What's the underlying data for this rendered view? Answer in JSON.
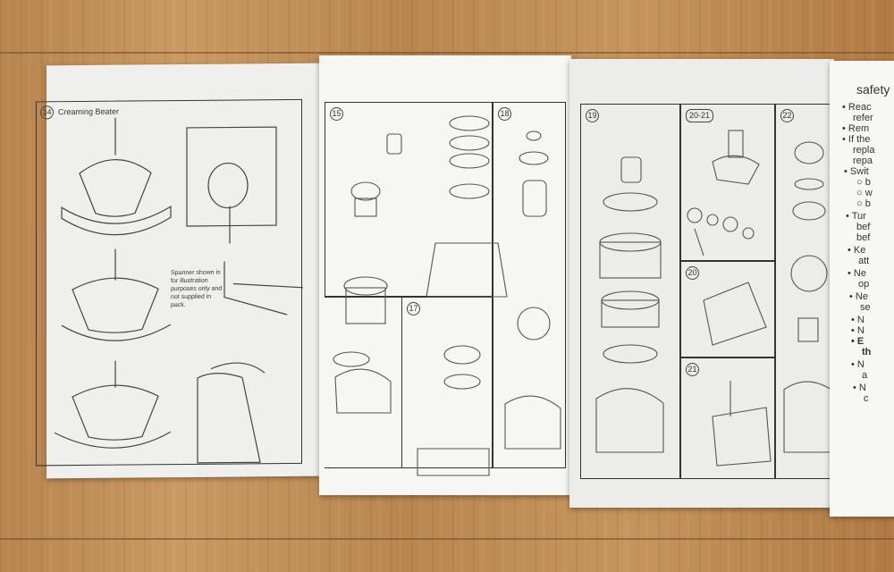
{
  "left_page": {
    "step_number": "14",
    "title": "Creaming Beater",
    "note": "Spanner shown is for illustration purposes only and not supplied in pack."
  },
  "middle_page": {
    "panels": [
      "15",
      "18",
      "17"
    ]
  },
  "right_page": {
    "panels": [
      "19",
      "20-21",
      "22",
      "20",
      "21"
    ]
  },
  "safety_page": {
    "title": "safety",
    "lines": [
      "• Reac",
      "refer",
      "• Rem",
      "• If the",
      "repla",
      "repa",
      "• Swit",
      "○ b",
      "○ w",
      "○ b",
      "• Tur",
      "bef",
      "bef",
      "• Ke",
      "att",
      "• Ne",
      "op",
      "• Ne",
      "se",
      "• N",
      "• N",
      "• E",
      "th",
      "• N",
      "a",
      "• N",
      "c"
    ]
  }
}
